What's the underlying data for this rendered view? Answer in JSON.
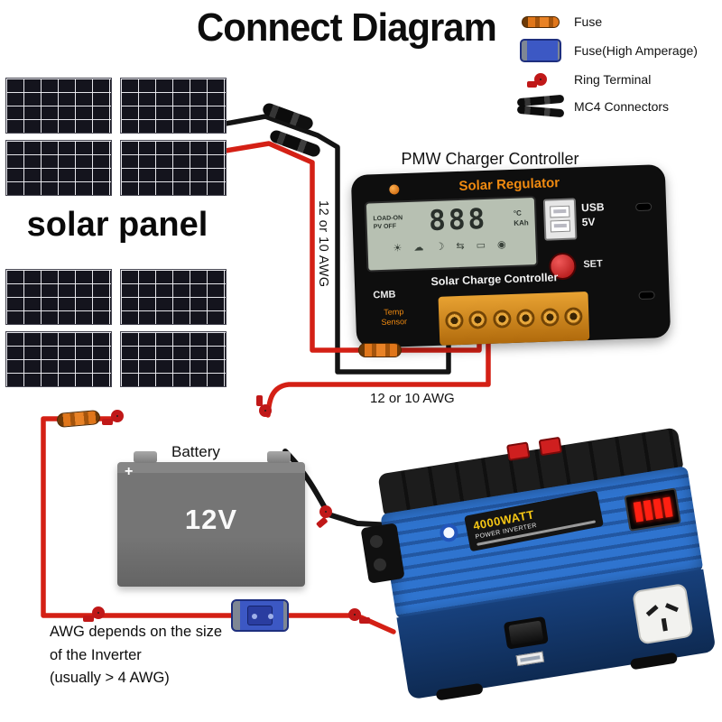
{
  "title": "Connect Diagram",
  "legend": {
    "items": [
      {
        "icon": "fuse-icon",
        "label": "Fuse"
      },
      {
        "icon": "fuse-high-amperage-icon",
        "label": "Fuse(High Amperage)"
      },
      {
        "icon": "ring-terminal-icon",
        "label": "Ring Terminal"
      },
      {
        "icon": "mc4-connectors-icon",
        "label": "MC4 Connectors"
      }
    ]
  },
  "solar": {
    "label": "solar panel"
  },
  "controller": {
    "heading": "PMW Charger Controller",
    "brand": "Solar Regulator",
    "lcd": {
      "load": "LOAD-ON",
      "pv": "PV OFF",
      "digits": "888",
      "unit_top": "°C",
      "unit_bottom": "KAh",
      "icons": "☀ ☁ ☽ ⇆ ▭ ◉"
    },
    "usb_top": "USB",
    "usb_bottom": "5V",
    "set_label": "SET",
    "name": "Solar Charge Controller",
    "cmb": "CMB",
    "temp_top": "Temp",
    "temp_bottom": "Sensor"
  },
  "battery": {
    "heading": "Battery",
    "plus": "+",
    "voltage": "12V"
  },
  "inverter": {
    "watt": "4000WATT",
    "line1": "POWER INVERTER"
  },
  "labels": {
    "awg_vertical": "12 or 10 AWG",
    "awg_horizontal": "12 or 10 AWG",
    "note_line1": "AWG depends on the size",
    "note_line2": "of the Inverter",
    "note_line3": "(usually > 4 AWG)"
  }
}
